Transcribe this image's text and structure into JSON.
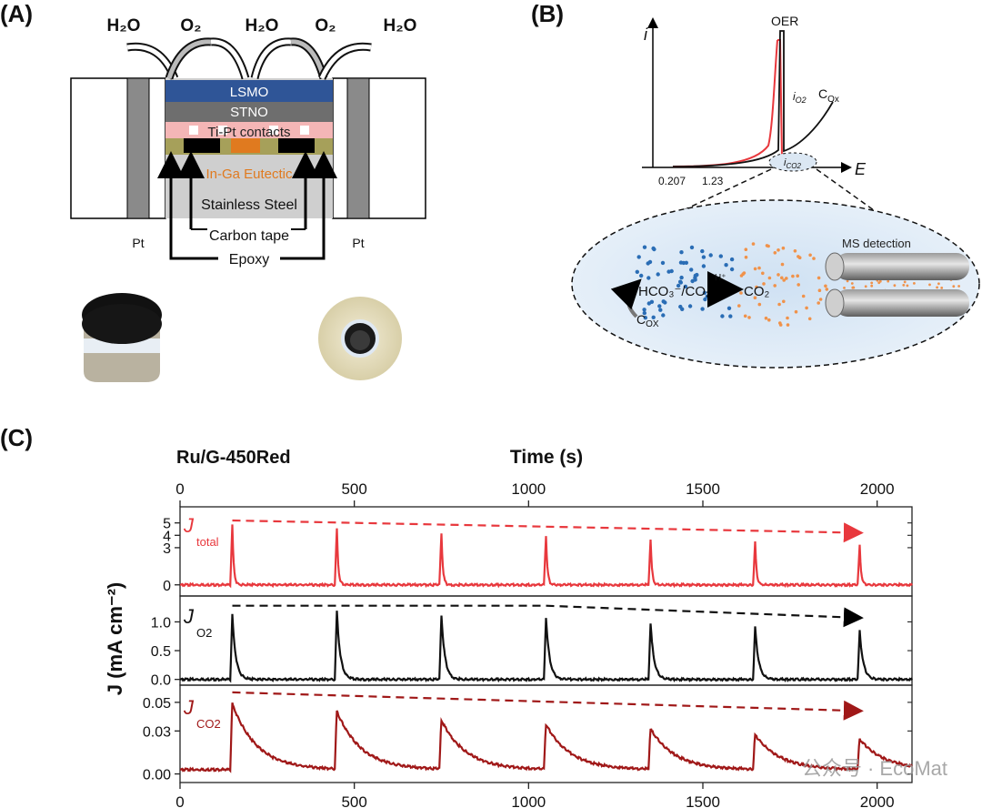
{
  "panels": {
    "a": "(A)",
    "b": "(B)",
    "c": "(C)"
  },
  "panel_a": {
    "gas_labels": [
      "H₂O",
      "O₂",
      "H₂O",
      "O₂",
      "H₂O"
    ],
    "layers": [
      {
        "label": "LSMO",
        "color": "#2f5597"
      },
      {
        "label": "STNO",
        "color": "#6e6e6e"
      },
      {
        "label": "Ti-Pt contacts",
        "color": "#f4b6b6"
      }
    ],
    "eutectic_label": "In-Ga Eutectic",
    "steel_label": "Stainless Steel",
    "pt_left": "Pt",
    "pt_right": "Pt",
    "carbon_label": "Carbon tape",
    "epoxy_label": "Epoxy",
    "colors": {
      "eutectic_text": "#e07a1f",
      "eutectic_band": "#a6a05a"
    }
  },
  "panel_b": {
    "y_axis": "i",
    "x_axis": "E",
    "oer_label": "OER",
    "io2_label": "i",
    "io2_sub": "O2",
    "cox_label": "C",
    "cox_sub": "Ox",
    "ico2_label": "i",
    "ico2_sub": "CO2",
    "tick_1": "0.207",
    "tick_2": "1.23",
    "ms_label": "MS detection",
    "hco3_label": "HCO₃⁻/CO₃²⁻",
    "hplus_label": "H⁺",
    "co2_label": "CO₂",
    "cox_bottom": "C",
    "cox_bottom_sub": "OX"
  },
  "chart_data": {
    "type": "line",
    "title": "Ru/G-450Red",
    "xlabel": "Time (s)",
    "ylabel": "J (mA cm⁻²)",
    "xlim": [
      0,
      2100
    ],
    "x_ticks": [
      0,
      500,
      1000,
      1500,
      2000
    ],
    "peak_times": [
      150,
      450,
      750,
      1050,
      1350,
      1650,
      1950
    ],
    "series": [
      {
        "name": "J",
        "sub": "total",
        "color": "#e8383d",
        "ylim": [
          -0.9,
          6.3
        ],
        "y_ticks": [
          0,
          3,
          4,
          5
        ],
        "baseline": 0.0,
        "peak_values": [
          4.8,
          4.5,
          4.2,
          4.0,
          3.7,
          3.5,
          3.2
        ],
        "decay_tau": 4,
        "trend_line": [
          [
            150,
            5.2
          ],
          [
            1950,
            4.2
          ]
        ]
      },
      {
        "name": "J",
        "sub": "O2",
        "color": "#111111",
        "ylim": [
          -0.1,
          1.45
        ],
        "y_ticks": [
          0.0,
          0.5,
          1.0
        ],
        "baseline": 0.0,
        "peak_values": [
          1.12,
          1.18,
          1.12,
          1.08,
          0.98,
          0.92,
          0.85
        ],
        "decay_tau": 10,
        "trend_line": [
          [
            150,
            1.28
          ],
          [
            1050,
            1.28
          ],
          [
            1950,
            1.07
          ]
        ]
      },
      {
        "name": "J",
        "sub": "CO2",
        "color": "#a01818",
        "ylim": [
          -0.006,
          0.062
        ],
        "y_ticks": [
          0.0,
          0.03,
          0.05
        ],
        "baseline": 0.003,
        "peak_values": [
          0.049,
          0.043,
          0.037,
          0.034,
          0.031,
          0.027,
          0.024
        ],
        "decay_tau": 70,
        "trend_line": [
          [
            150,
            0.057
          ],
          [
            1950,
            0.044
          ]
        ]
      }
    ]
  },
  "watermark": "公众号 · EcoMat"
}
